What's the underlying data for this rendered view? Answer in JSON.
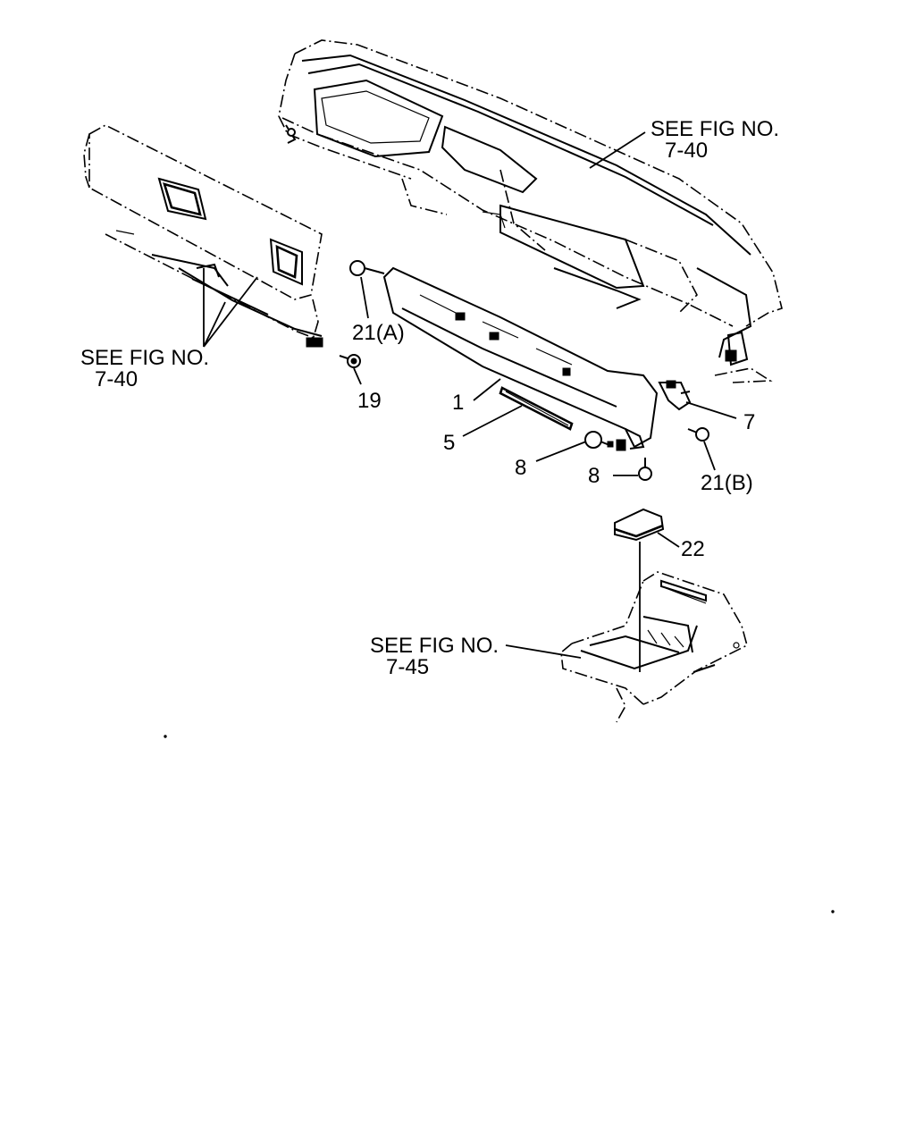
{
  "callouts": {
    "see_fig_top": {
      "line1": "SEE FIG NO.",
      "line2": "7-40"
    },
    "see_fig_left": {
      "line1": "SEE FIG NO.",
      "line2": "7-40"
    },
    "see_fig_bottom": {
      "line1": "SEE FIG NO.",
      "line2": "7-45"
    }
  },
  "parts": {
    "p1": "1",
    "p5": "5",
    "p7": "7",
    "p8a": "8",
    "p8b": "8",
    "p19": "19",
    "p21a": "21(A)",
    "p21b": "21(B)",
    "p22": "22"
  }
}
